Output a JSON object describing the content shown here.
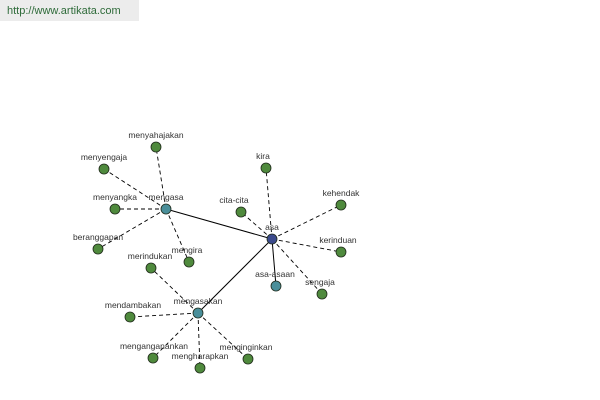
{
  "watermark": {
    "url": "http://www.artikata.com"
  },
  "colors": {
    "leaf_node": "#4f8a3d",
    "hub_node": "#4a8f9a",
    "center_node": "#3b4a8c",
    "edge": "#000000",
    "label": "#333333"
  },
  "graph": {
    "nodes": [
      {
        "id": "asa",
        "label": "asa",
        "kind": "center"
      },
      {
        "id": "mengasa",
        "label": "mengasa",
        "kind": "hub"
      },
      {
        "id": "mengasakan",
        "label": "mengasakan",
        "kind": "hub"
      },
      {
        "id": "asa-asaan",
        "label": "asa-asaan",
        "kind": "hub"
      },
      {
        "id": "menyahajakan",
        "label": "menyahajakan",
        "kind": "leaf"
      },
      {
        "id": "menyengaja",
        "label": "menyengaja",
        "kind": "leaf"
      },
      {
        "id": "menyangka",
        "label": "menyangka",
        "kind": "leaf"
      },
      {
        "id": "beranggapan",
        "label": "beranggapan",
        "kind": "leaf"
      },
      {
        "id": "mengira",
        "label": "mengira",
        "kind": "leaf"
      },
      {
        "id": "kira",
        "label": "kira",
        "kind": "leaf"
      },
      {
        "id": "cita-cita",
        "label": "cita-cita",
        "kind": "leaf"
      },
      {
        "id": "kehendak",
        "label": "kehendak",
        "kind": "leaf"
      },
      {
        "id": "kerinduan",
        "label": "kerinduan",
        "kind": "leaf"
      },
      {
        "id": "sengaja",
        "label": "sengaja",
        "kind": "leaf"
      },
      {
        "id": "merindukan",
        "label": "merindukan",
        "kind": "leaf"
      },
      {
        "id": "mendambakan",
        "label": "mendambakan",
        "kind": "leaf"
      },
      {
        "id": "menganganankan",
        "label": "menganganankan",
        "kind": "leaf"
      },
      {
        "id": "mengharapkan",
        "label": "mengharapkan",
        "kind": "leaf"
      },
      {
        "id": "menginginkan",
        "label": "menginginkan",
        "kind": "leaf"
      }
    ],
    "edges": [
      {
        "from": "asa",
        "to": "mengasa",
        "style": "solid"
      },
      {
        "from": "asa",
        "to": "mengasakan",
        "style": "solid"
      },
      {
        "from": "asa",
        "to": "asa-asaan",
        "style": "solid"
      },
      {
        "from": "asa",
        "to": "kira",
        "style": "dashed"
      },
      {
        "from": "asa",
        "to": "cita-cita",
        "style": "dashed"
      },
      {
        "from": "asa",
        "to": "kehendak",
        "style": "dashed"
      },
      {
        "from": "asa",
        "to": "kerinduan",
        "style": "dashed"
      },
      {
        "from": "asa",
        "to": "sengaja",
        "style": "dashed"
      },
      {
        "from": "mengasa",
        "to": "menyahajakan",
        "style": "dashed"
      },
      {
        "from": "mengasa",
        "to": "menyengaja",
        "style": "dashed"
      },
      {
        "from": "mengasa",
        "to": "menyangka",
        "style": "dashed"
      },
      {
        "from": "mengasa",
        "to": "beranggapan",
        "style": "dashed"
      },
      {
        "from": "mengasa",
        "to": "mengira",
        "style": "dashed"
      },
      {
        "from": "mengasakan",
        "to": "merindukan",
        "style": "dashed"
      },
      {
        "from": "mengasakan",
        "to": "mendambakan",
        "style": "dashed"
      },
      {
        "from": "mengasakan",
        "to": "menganganankan",
        "style": "dashed"
      },
      {
        "from": "mengasakan",
        "to": "mengharapkan",
        "style": "dashed"
      },
      {
        "from": "mengasakan",
        "to": "menginginkan",
        "style": "dashed"
      }
    ]
  }
}
